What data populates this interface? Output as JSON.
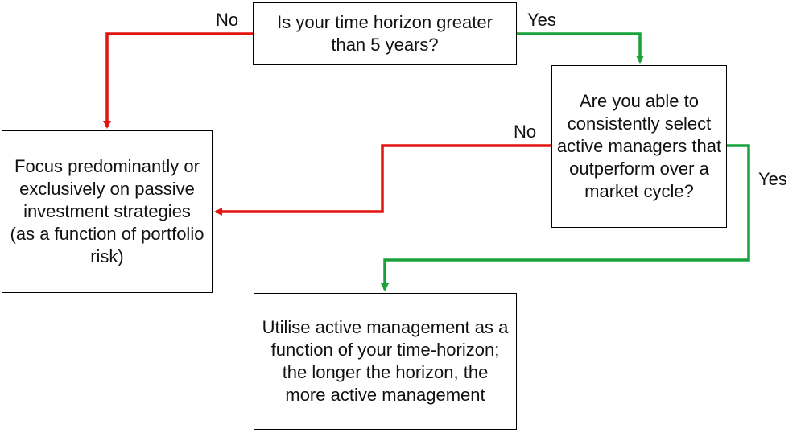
{
  "colors": {
    "no_path": "#e3130f",
    "yes_path": "#19a23a",
    "box_border": "#000000"
  },
  "nodes": {
    "q1": "Is your time horizon greater than 5 years?",
    "q2": "Are you able to consistently select active managers that outperform over a market cycle?",
    "passive": "Focus predominantly or exclusively on passive investment strategies (as a function of portfolio risk)",
    "active": "Utilise active management as a function of your time-horizon; the longer the horizon, the more active management"
  },
  "edges": [
    {
      "from": "q1",
      "to": "passive",
      "label": "No",
      "color": "#e3130f"
    },
    {
      "from": "q1",
      "to": "q2",
      "label": "Yes",
      "color": "#19a23a"
    },
    {
      "from": "q2",
      "to": "passive",
      "label": "No",
      "color": "#e3130f"
    },
    {
      "from": "q2",
      "to": "active",
      "label": "Yes",
      "color": "#19a23a"
    }
  ]
}
